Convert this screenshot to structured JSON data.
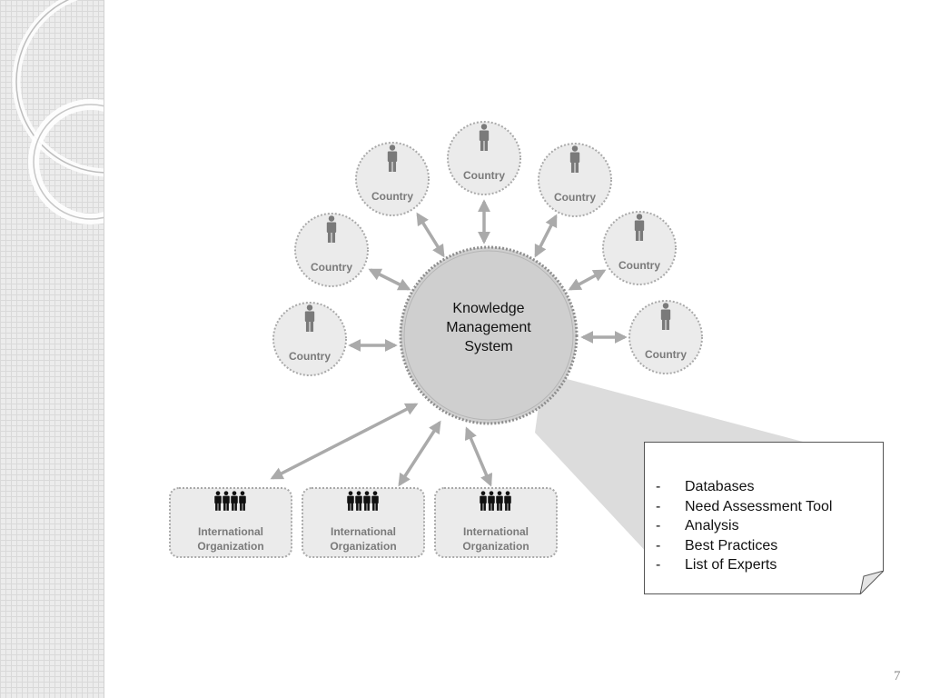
{
  "diagram": {
    "center": {
      "lines": [
        "Knowledge",
        "Management",
        "System"
      ]
    },
    "countries": [
      {
        "label": "Country",
        "icon": "person-icon"
      },
      {
        "label": "Country",
        "icon": "person-icon"
      },
      {
        "label": "Country",
        "icon": "person-icon"
      },
      {
        "label": "Country",
        "icon": "person-icon"
      },
      {
        "label": "Country",
        "icon": "person-icon"
      },
      {
        "label": "Country",
        "icon": "person-icon"
      },
      {
        "label": "Country",
        "icon": "person-icon"
      }
    ],
    "organizations": [
      {
        "lines": [
          "International",
          "Organization"
        ],
        "icon": "group-icon"
      },
      {
        "lines": [
          "International",
          "Organization"
        ],
        "icon": "group-icon"
      },
      {
        "lines": [
          "International",
          "Organization"
        ],
        "icon": "group-icon"
      }
    ],
    "callout": {
      "items": [
        "Databases",
        "Need Assessment Tool",
        "Analysis",
        "Best Practices",
        "List of Experts"
      ]
    }
  },
  "page_number": "7",
  "colors": {
    "node_fill": "#ebebeb",
    "node_border": "#a9a9a9",
    "arrow": "#aaaaaa",
    "center_fill": "#cfcfcf",
    "icon": "#7a7a7a",
    "org_icon": "#111111"
  }
}
